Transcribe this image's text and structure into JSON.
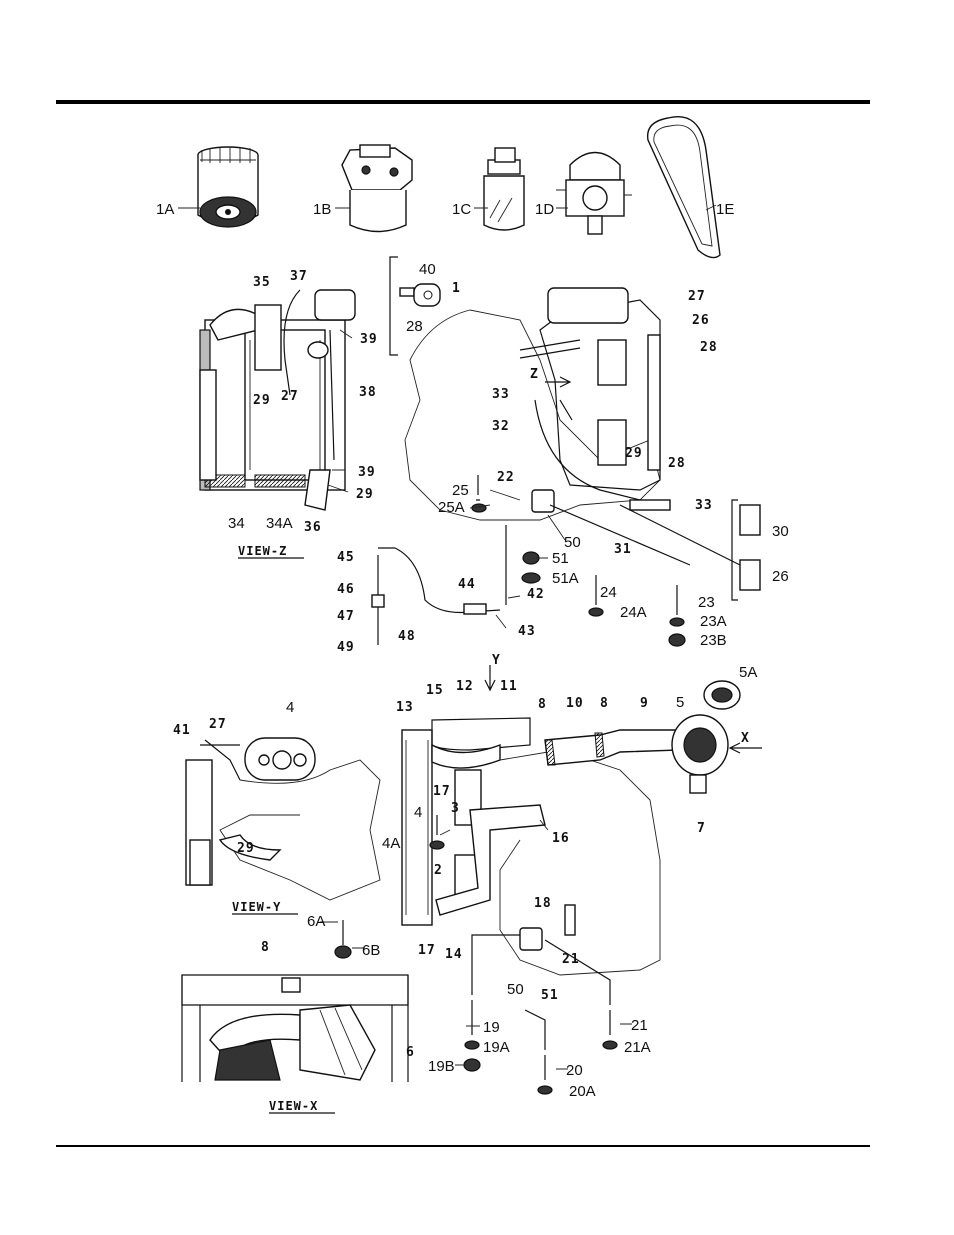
{
  "callouts": [
    {
      "id": "c1A",
      "text": "1A"
    },
    {
      "id": "c1B",
      "text": "1B"
    },
    {
      "id": "c1C",
      "text": "1C"
    },
    {
      "id": "c1D",
      "text": "1D"
    },
    {
      "id": "c1E",
      "text": "1E"
    },
    {
      "id": "c40",
      "text": "40"
    },
    {
      "id": "c28a",
      "text": "28"
    },
    {
      "id": "c1",
      "text": "1"
    },
    {
      "id": "c27b",
      "text": "27"
    },
    {
      "id": "c26a",
      "text": "26"
    },
    {
      "id": "c28b",
      "text": "28"
    },
    {
      "id": "c35",
      "text": "35"
    },
    {
      "id": "c37",
      "text": "37"
    },
    {
      "id": "c39a",
      "text": "39"
    },
    {
      "id": "c29a",
      "text": "29"
    },
    {
      "id": "c27a",
      "text": "27"
    },
    {
      "id": "c38",
      "text": "38"
    },
    {
      "id": "c39b",
      "text": "39"
    },
    {
      "id": "c29b",
      "text": "29"
    },
    {
      "id": "c34",
      "text": "34"
    },
    {
      "id": "c34A",
      "text": "34A"
    },
    {
      "id": "c36",
      "text": "36"
    },
    {
      "id": "cZ",
      "text": "Z"
    },
    {
      "id": "c33a",
      "text": "33"
    },
    {
      "id": "c32",
      "text": "32"
    },
    {
      "id": "c29c",
      "text": "29"
    },
    {
      "id": "c28c",
      "text": "28"
    },
    {
      "id": "c22",
      "text": "22"
    },
    {
      "id": "c25",
      "text": "25"
    },
    {
      "id": "c25A",
      "text": "25A"
    },
    {
      "id": "c33b",
      "text": "33"
    },
    {
      "id": "c50a",
      "text": "50"
    },
    {
      "id": "c31",
      "text": "31"
    },
    {
      "id": "c51",
      "text": "51"
    },
    {
      "id": "c51A",
      "text": "51A"
    },
    {
      "id": "c30",
      "text": "30"
    },
    {
      "id": "c26b",
      "text": "26"
    },
    {
      "id": "c45",
      "text": "45"
    },
    {
      "id": "c46",
      "text": "46"
    },
    {
      "id": "c47",
      "text": "47"
    },
    {
      "id": "c48",
      "text": "48"
    },
    {
      "id": "c49",
      "text": "49"
    },
    {
      "id": "c44",
      "text": "44"
    },
    {
      "id": "c42",
      "text": "42"
    },
    {
      "id": "c43",
      "text": "43"
    },
    {
      "id": "c24",
      "text": "24"
    },
    {
      "id": "c24A",
      "text": "24A"
    },
    {
      "id": "c23",
      "text": "23"
    },
    {
      "id": "c23A",
      "text": "23A"
    },
    {
      "id": "c23B",
      "text": "23B"
    },
    {
      "id": "cY",
      "text": "Y"
    },
    {
      "id": "c4a",
      "text": "4"
    },
    {
      "id": "c41",
      "text": "41"
    },
    {
      "id": "c27c",
      "text": "27"
    },
    {
      "id": "c15",
      "text": "15"
    },
    {
      "id": "c12",
      "text": "12"
    },
    {
      "id": "c11",
      "text": "11"
    },
    {
      "id": "c13",
      "text": "13"
    },
    {
      "id": "c8a",
      "text": "8"
    },
    {
      "id": "c10",
      "text": "10"
    },
    {
      "id": "c8b",
      "text": "8"
    },
    {
      "id": "c9",
      "text": "9"
    },
    {
      "id": "c5",
      "text": "5"
    },
    {
      "id": "c5A",
      "text": "5A"
    },
    {
      "id": "cX",
      "text": "X"
    },
    {
      "id": "c17a",
      "text": "17"
    },
    {
      "id": "c4b",
      "text": "4"
    },
    {
      "id": "c3",
      "text": "3"
    },
    {
      "id": "c4A",
      "text": "4A"
    },
    {
      "id": "c16",
      "text": "16"
    },
    {
      "id": "c7",
      "text": "7"
    },
    {
      "id": "c29d",
      "text": "29"
    },
    {
      "id": "c2",
      "text": "2"
    },
    {
      "id": "c6A",
      "text": "6A"
    },
    {
      "id": "c6B",
      "text": "6B"
    },
    {
      "id": "c17b",
      "text": "17"
    },
    {
      "id": "c14",
      "text": "14"
    },
    {
      "id": "c18",
      "text": "18"
    },
    {
      "id": "c21a",
      "text": "21"
    },
    {
      "id": "c50b",
      "text": "50"
    },
    {
      "id": "c51b",
      "text": "51"
    },
    {
      "id": "c8c",
      "text": "8"
    },
    {
      "id": "c6",
      "text": "6"
    },
    {
      "id": "c19",
      "text": "19"
    },
    {
      "id": "c19A",
      "text": "19A"
    },
    {
      "id": "c19B",
      "text": "19B"
    },
    {
      "id": "c21b",
      "text": "21"
    },
    {
      "id": "c21A",
      "text": "21A"
    },
    {
      "id": "c20",
      "text": "20"
    },
    {
      "id": "c20A",
      "text": "20A"
    }
  ],
  "views": {
    "z": "VIEW-Z",
    "y": "VIEW-Y",
    "x": "VIEW-X"
  }
}
